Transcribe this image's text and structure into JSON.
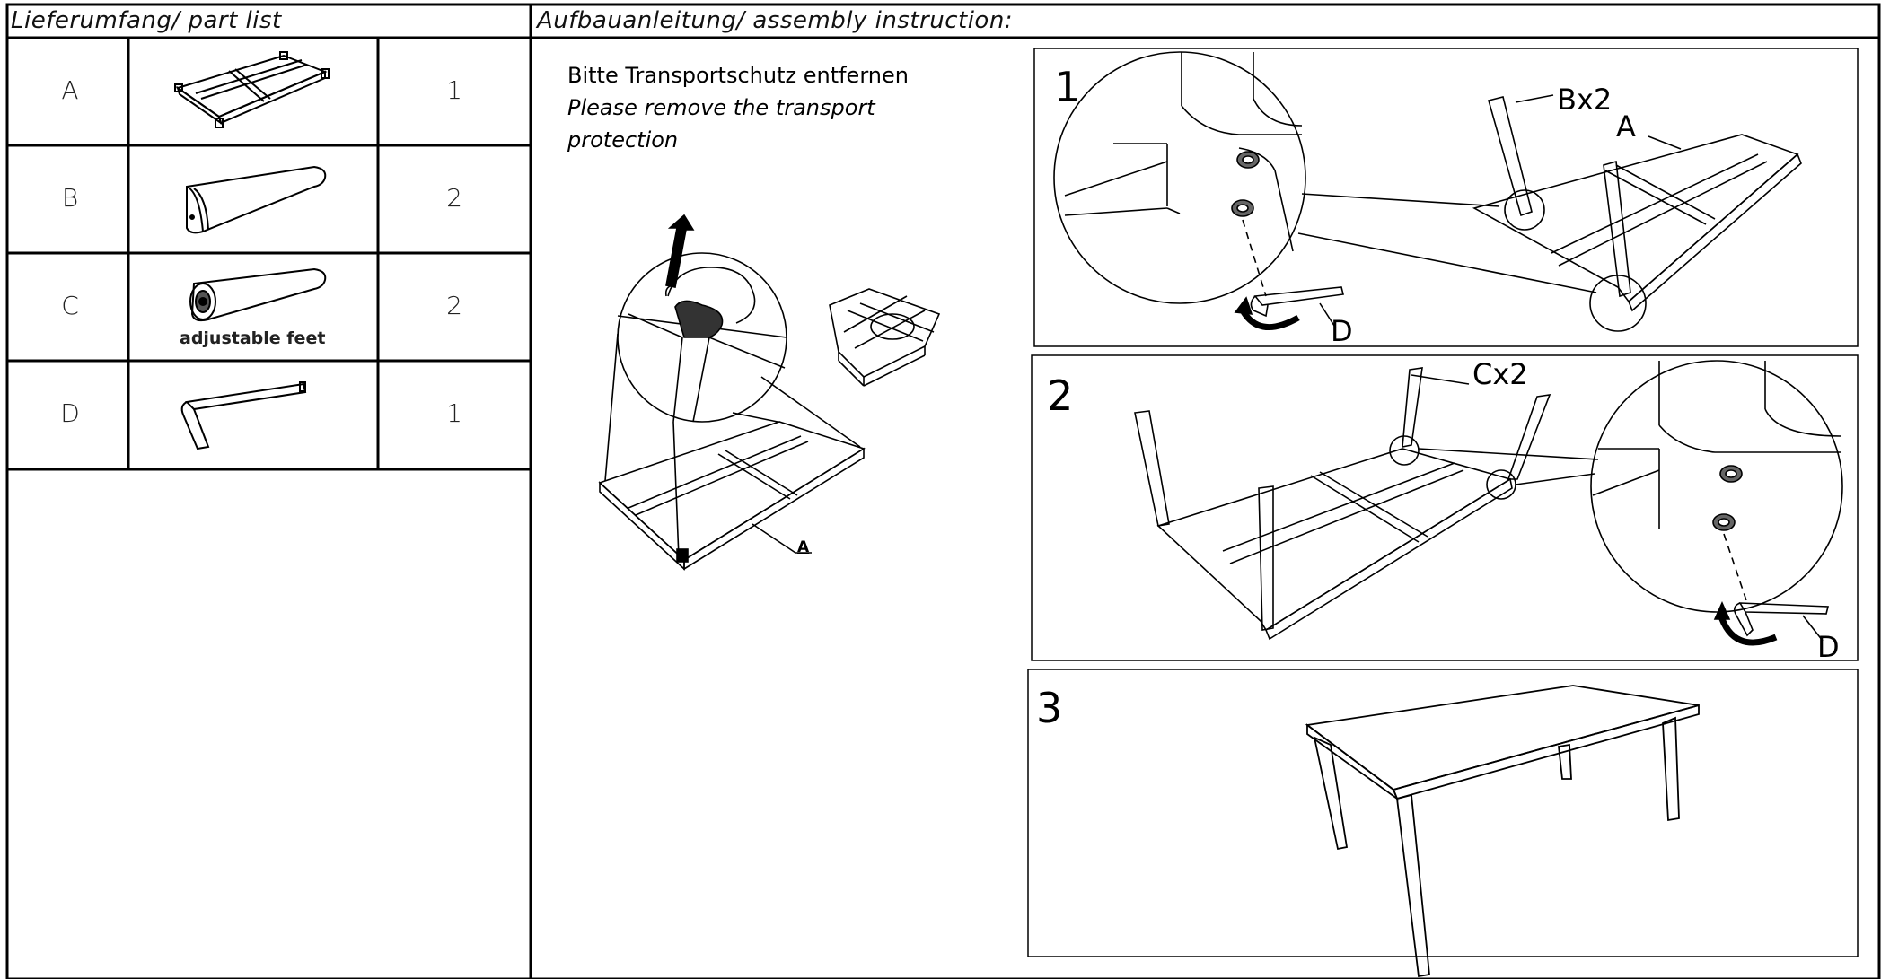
{
  "part_list": {
    "header": "Lieferumfang/ part list",
    "rows": [
      {
        "letter": "A",
        "qty": "1",
        "icon": "frame-icon"
      },
      {
        "letter": "B",
        "qty": "2",
        "icon": "leg-icon"
      },
      {
        "letter": "C",
        "qty": "2",
        "icon": "adjustable-leg-icon",
        "caption": "adjustable feet"
      },
      {
        "letter": "D",
        "qty": "1",
        "icon": "allen-key-icon"
      }
    ]
  },
  "assembly": {
    "header": "Aufbauanleitung/ assembly instruction:",
    "note_de": "Bitte Transportschutz entfernen",
    "note_en": "Please remove the transport protection",
    "note_callout": "A",
    "steps": [
      {
        "number": "1",
        "callouts": [
          "Bx2",
          "A",
          "D"
        ]
      },
      {
        "number": "2",
        "callouts": [
          "Cx2",
          "D"
        ]
      },
      {
        "number": "3",
        "callouts": []
      }
    ]
  }
}
